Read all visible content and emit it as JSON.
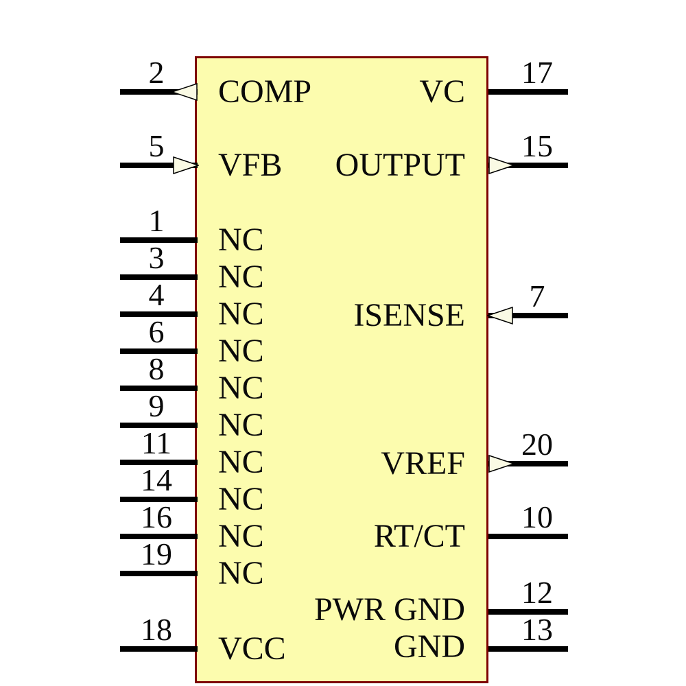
{
  "diagram": {
    "kind": "schematic-ic-symbol",
    "colors": {
      "body_fill": "#fcfcae",
      "body_border": "#7d0000",
      "wire": "#000000",
      "arrow_fill": "#fafae4",
      "text": "#0a0a0a",
      "background": "#ffffff"
    },
    "pins": {
      "left": [
        {
          "number": "2",
          "label": "COMP",
          "arrow": "out"
        },
        {
          "number": "5",
          "label": "VFB",
          "arrow": "in"
        },
        {
          "number": "1",
          "label": "NC",
          "arrow": "none"
        },
        {
          "number": "3",
          "label": "NC",
          "arrow": "none"
        },
        {
          "number": "4",
          "label": "NC",
          "arrow": "none"
        },
        {
          "number": "6",
          "label": "NC",
          "arrow": "none"
        },
        {
          "number": "8",
          "label": "NC",
          "arrow": "none"
        },
        {
          "number": "9",
          "label": "NC",
          "arrow": "none"
        },
        {
          "number": "11",
          "label": "NC",
          "arrow": "none"
        },
        {
          "number": "14",
          "label": "NC",
          "arrow": "none"
        },
        {
          "number": "16",
          "label": "NC",
          "arrow": "none"
        },
        {
          "number": "19",
          "label": "NC",
          "arrow": "none"
        },
        {
          "number": "18",
          "label": "VCC",
          "arrow": "none"
        }
      ],
      "right": [
        {
          "number": "17",
          "label": "VC",
          "arrow": "none"
        },
        {
          "number": "15",
          "label": "OUTPUT",
          "arrow": "out"
        },
        {
          "number": "7",
          "label": "ISENSE",
          "arrow": "in"
        },
        {
          "number": "20",
          "label": "VREF",
          "arrow": "out"
        },
        {
          "number": "10",
          "label": "RT/CT",
          "arrow": "none"
        },
        {
          "number": "12",
          "label": "PWR GND",
          "arrow": "none"
        },
        {
          "number": "13",
          "label": "GND",
          "arrow": "none"
        }
      ]
    }
  }
}
